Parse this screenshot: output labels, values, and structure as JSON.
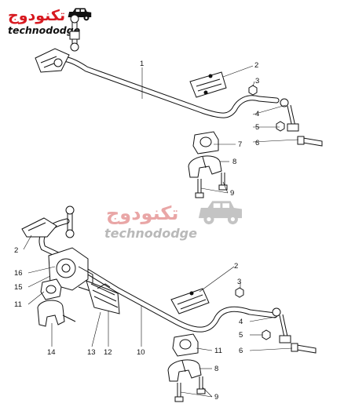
{
  "logo": {
    "arabic": "تكنودوج",
    "latin": "technododge",
    "icon": "jeep-icon",
    "colors": {
      "ink": "#111111",
      "accent": "#d71920"
    }
  },
  "watermark": {
    "arabic": "تكنودوج",
    "latin": "technododge",
    "icon": "jeep-icon",
    "colors": {
      "arabic": "#e9a6a6",
      "latin": "#b9b9b9",
      "icon": "#c4c4c4"
    }
  },
  "callouts": {
    "upper": [
      "1",
      "2",
      "3",
      "4",
      "5",
      "6",
      "7",
      "8",
      "9"
    ],
    "lower": [
      "2",
      "16",
      "15",
      "11",
      "14",
      "13",
      "12",
      "10",
      "2",
      "3",
      "4",
      "5",
      "6",
      "11",
      "8",
      "9"
    ]
  }
}
